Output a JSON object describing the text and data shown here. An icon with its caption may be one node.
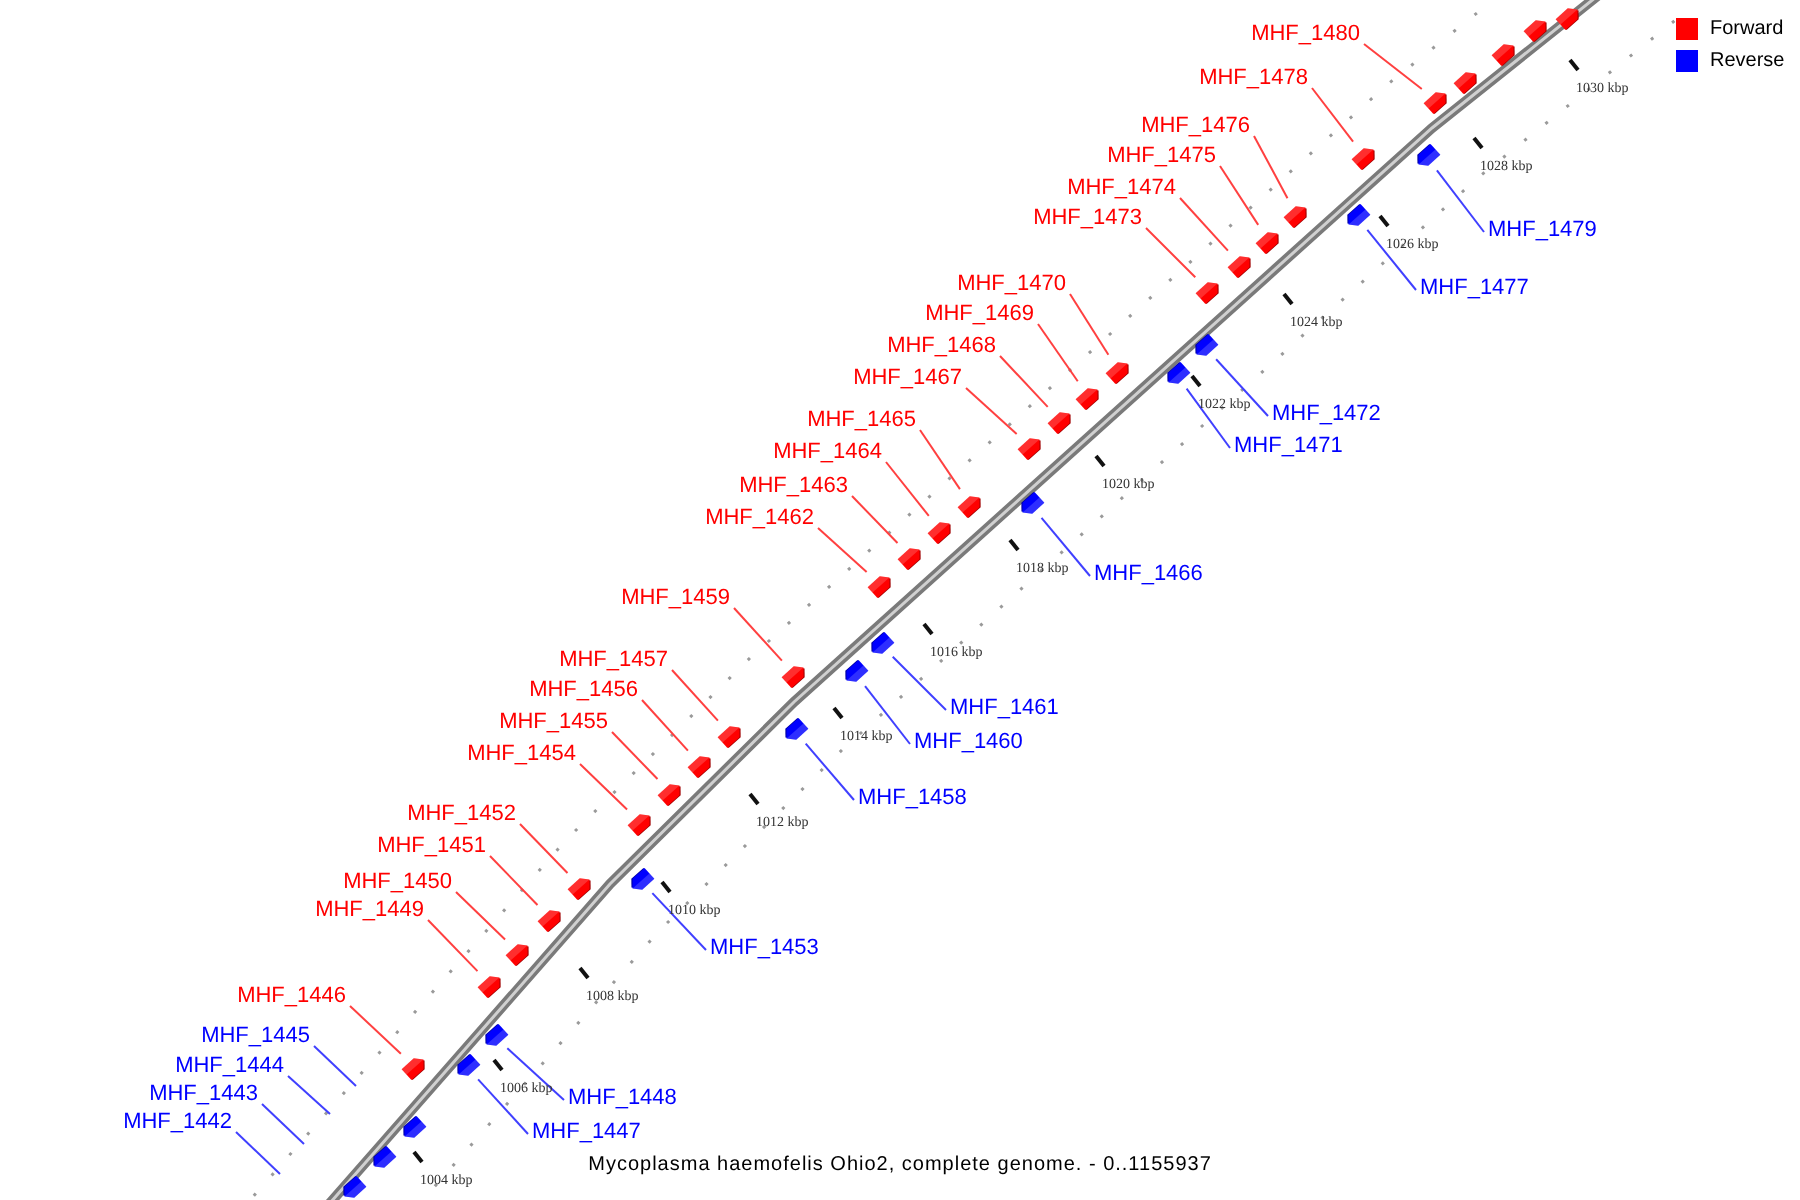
{
  "diagram": {
    "caption": "Mycoplasma haemofelis Ohio2, complete genome. - 0..1155937",
    "nodes": [
      {
        "text": [],
        "shape": "box"
      },
      {
        "text": [],
        "shape": "box"
      },
      {
        "text": [],
        "shape": "box"
      },
      {
        "text": [],
        "shape": "box"
      },
      {
        "text": [
          "MHF_1480"
        ]
      },
      {
        "text": [],
        "shape": "box"
      },
      {
        "text": [
          "MHF_1478"
        ]
      },
      {
        "text": [],
        "shape": "box"
      },
      {
        "text": [
          "MHF_1476"
        ]
      },
      {
        "text": [],
        "shape": "box"
      },
      {
        "text": [
          "MHF_1475"
        ]
      },
      {
        "text": [],
        "shape": "box"
      },
      {
        "text": [
          "MHF_1474"
        ]
      },
      {
        "text": [],
        "shape": "box"
      },
      {
        "text": [
          "MHF_1473"
        ]
      },
      {
        "text": [],
        "shape": "box"
      },
      {
        "text": [
          "MHF_1470"
        ]
      },
      {
        "text": [],
        "shape": "box"
      },
      {
        "text": [
          "MHF_1469"
        ]
      },
      {
        "text": [],
        "shape": "box"
      },
      {
        "text": [
          "MHF_1468"
        ]
      },
      {
        "text": [],
        "shape": "box"
      },
      {
        "text": [
          "MHF_1467"
        ]
      },
      {
        "text": [],
        "shape": "box"
      },
      {
        "text": [
          "MHF_1465"
        ]
      },
      {
        "text": [],
        "shape": "box"
      },
      {
        "text": [
          "MHF_1464"
        ]
      },
      {
        "text": [],
        "shape": "box"
      },
      {
        "text": [
          "MHF_1463"
        ]
      },
      {
        "text": [],
        "shape": "box"
      },
      {
        "text": [
          "MHF_1462"
        ]
      },
      {
        "text": [],
        "shape": "box"
      },
      {
        "text": [
          "MHF_1459"
        ]
      },
      {
        "text": [],
        "shape": "box"
      },
      {
        "text": [
          "MHF_1457"
        ]
      },
      {
        "text": [],
        "shape": "box"
      },
      {
        "text": [
          "MHF_1456"
        ]
      },
      {
        "text": [],
        "shape": "box"
      },
      {
        "text": [
          "MHF_1455"
        ]
      },
      {
        "text": [],
        "shape": "box"
      },
      {
        "text": [
          "MHF_1454"
        ]
      },
      {
        "text": [],
        "shape": "box"
      },
      {
        "text": [
          "MHF_1452"
        ]
      },
      {
        "text": [],
        "shape": "box"
      },
      {
        "text": [
          "MHF_1451"
        ]
      },
      {
        "text": [],
        "shape": "box"
      },
      {
        "text": [
          "MHF_1450"
        ]
      },
      {
        "text": [],
        "shape": "box"
      },
      {
        "text": [
          "MHF_1449"
        ]
      },
      {
        "text": [],
        "shape": "box"
      },
      {
        "text": [
          "MHF_1446"
        ]
      },
      {
        "text": [],
        "shape": "box"
      },
      {
        "text": [
          "MHF_1479"
        ]
      },
      {
        "text": [],
        "shape": "box"
      },
      {
        "text": [
          "MHF_1477"
        ]
      },
      {
        "text": [],
        "shape": "box"
      },
      {
        "text": [
          "MHF_1472"
        ]
      },
      {
        "text": [],
        "shape": "box"
      },
      {
        "text": [
          "MHF_1471"
        ]
      },
      {
        "text": [],
        "shape": "box"
      },
      {
        "text": [
          "MHF_1466"
        ]
      },
      {
        "text": [],
        "shape": "box"
      },
      {
        "text": [
          "MHF_1461"
        ]
      },
      {
        "text": [],
        "shape": "box"
      },
      {
        "text": [
          "MHF_1460"
        ]
      },
      {
        "text": [],
        "shape": "box"
      },
      {
        "text": [
          "MHF_1458"
        ]
      },
      {
        "text": [],
        "shape": "box"
      },
      {
        "text": [
          "MHF_1453"
        ]
      },
      {
        "text": [],
        "shape": "box"
      },
      {
        "text": [
          "MHF_1448"
        ]
      },
      {
        "text": [],
        "shape": "box"
      },
      {
        "text": [
          "MHF_1447"
        ]
      },
      {
        "text": [],
        "shape": "box"
      },
      {
        "text": [
          "MHF_1445"
        ]
      },
      {
        "text": [
          "MHF_1444"
        ]
      },
      {
        "text": [
          "MHF_1443"
        ]
      },
      {
        "text": [
          "MHF_1442"
        ]
      },
      {
        "text": [],
        "shape": "box"
      },
      {
        "text": [],
        "shape": "box"
      },
      {
        "text": [],
        "shape": "box"
      }
    ],
    "edges": [
      {
        "from": 4,
        "to": 5,
        "arrow": "none"
      },
      {
        "from": 6,
        "to": 7,
        "arrow": "none"
      },
      {
        "from": 8,
        "to": 9,
        "arrow": "none"
      },
      {
        "from": 10,
        "to": 11,
        "arrow": "none"
      },
      {
        "from": 12,
        "to": 13,
        "arrow": "none"
      },
      {
        "from": 14,
        "to": 15,
        "arrow": "none"
      },
      {
        "from": 16,
        "to": 17,
        "arrow": "none"
      },
      {
        "from": 18,
        "to": 19,
        "arrow": "none"
      },
      {
        "from": 20,
        "to": 21,
        "arrow": "none"
      },
      {
        "from": 22,
        "to": 23,
        "arrow": "none"
      },
      {
        "from": 24,
        "to": 25,
        "arrow": "none"
      },
      {
        "from": 26,
        "to": 27,
        "arrow": "none"
      },
      {
        "from": 28,
        "to": 29,
        "arrow": "none"
      },
      {
        "from": 30,
        "to": 31,
        "arrow": "none"
      },
      {
        "from": 32,
        "to": 33,
        "arrow": "none"
      },
      {
        "from": 34,
        "to": 35,
        "arrow": "none"
      },
      {
        "from": 36,
        "to": 37,
        "arrow": "none"
      },
      {
        "from": 38,
        "to": 39,
        "arrow": "none"
      },
      {
        "from": 40,
        "to": 41,
        "arrow": "none"
      },
      {
        "from": 42,
        "to": 43,
        "arrow": "none"
      },
      {
        "from": 44,
        "to": 45,
        "arrow": "none"
      },
      {
        "from": 46,
        "to": 47,
        "arrow": "none"
      },
      {
        "from": 48,
        "to": 49,
        "arrow": "none"
      },
      {
        "from": 50,
        "to": 51,
        "arrow": "none"
      },
      {
        "from": 52,
        "to": 53,
        "arrow": "none",
        "color": "#4040ff"
      },
      {
        "from": 54,
        "to": 55,
        "arrow": "none",
        "color": "#4040ff"
      },
      {
        "from": 56,
        "to": 57,
        "arrow": "none",
        "color": "#4040ff"
      },
      {
        "from": 58,
        "to": 59,
        "arrow": "none",
        "color": "#4040ff"
      },
      {
        "from": 60,
        "to": 61,
        "arrow": "none",
        "color": "#4040ff"
      },
      {
        "from": 62,
        "to": 63,
        "arrow": "none",
        "color": "#4040ff"
      },
      {
        "from": 64,
        "to": 65,
        "arrow": "none",
        "color": "#4040ff"
      },
      {
        "from": 66,
        "to": 67,
        "arrow": "none",
        "color": "#4040ff"
      },
      {
        "from": 68,
        "to": 69,
        "arrow": "none",
        "color": "#4040ff"
      },
      {
        "from": 70,
        "to": 71,
        "arrow": "none",
        "color": "#4040ff"
      },
      {
        "from": 72,
        "to": 73,
        "arrow": "none",
        "color": "#4040ff"
      },
      {
        "from": 74,
        "to": null,
        "arrow": "none",
        "color": "#4040ff"
      },
      {
        "from": 75,
        "to": null,
        "arrow": "none",
        "color": "#4040ff"
      },
      {
        "from": 76,
        "to": null,
        "arrow": "none",
        "color": "#4040ff"
      },
      {
        "from": 77,
        "to": null,
        "arrow": "none",
        "color": "#4040ff"
      }
    ],
    "labels": [
      "1030 kbp",
      "1028 kbp",
      "1026 kbp",
      "1024 kbp",
      "1022 kbp",
      "1020 kbp",
      "1018 kbp",
      "1016 kbp",
      "1014 kbp",
      "1012 kbp",
      "1010 kbp",
      "1008 kbp",
      "1006 kbp",
      "1004 kbp"
    ],
    "legend": [
      {
        "text": "Forward",
        "color": "#ff0000"
      },
      {
        "text": "Reverse",
        "color": "#0000ff"
      }
    ]
  }
}
